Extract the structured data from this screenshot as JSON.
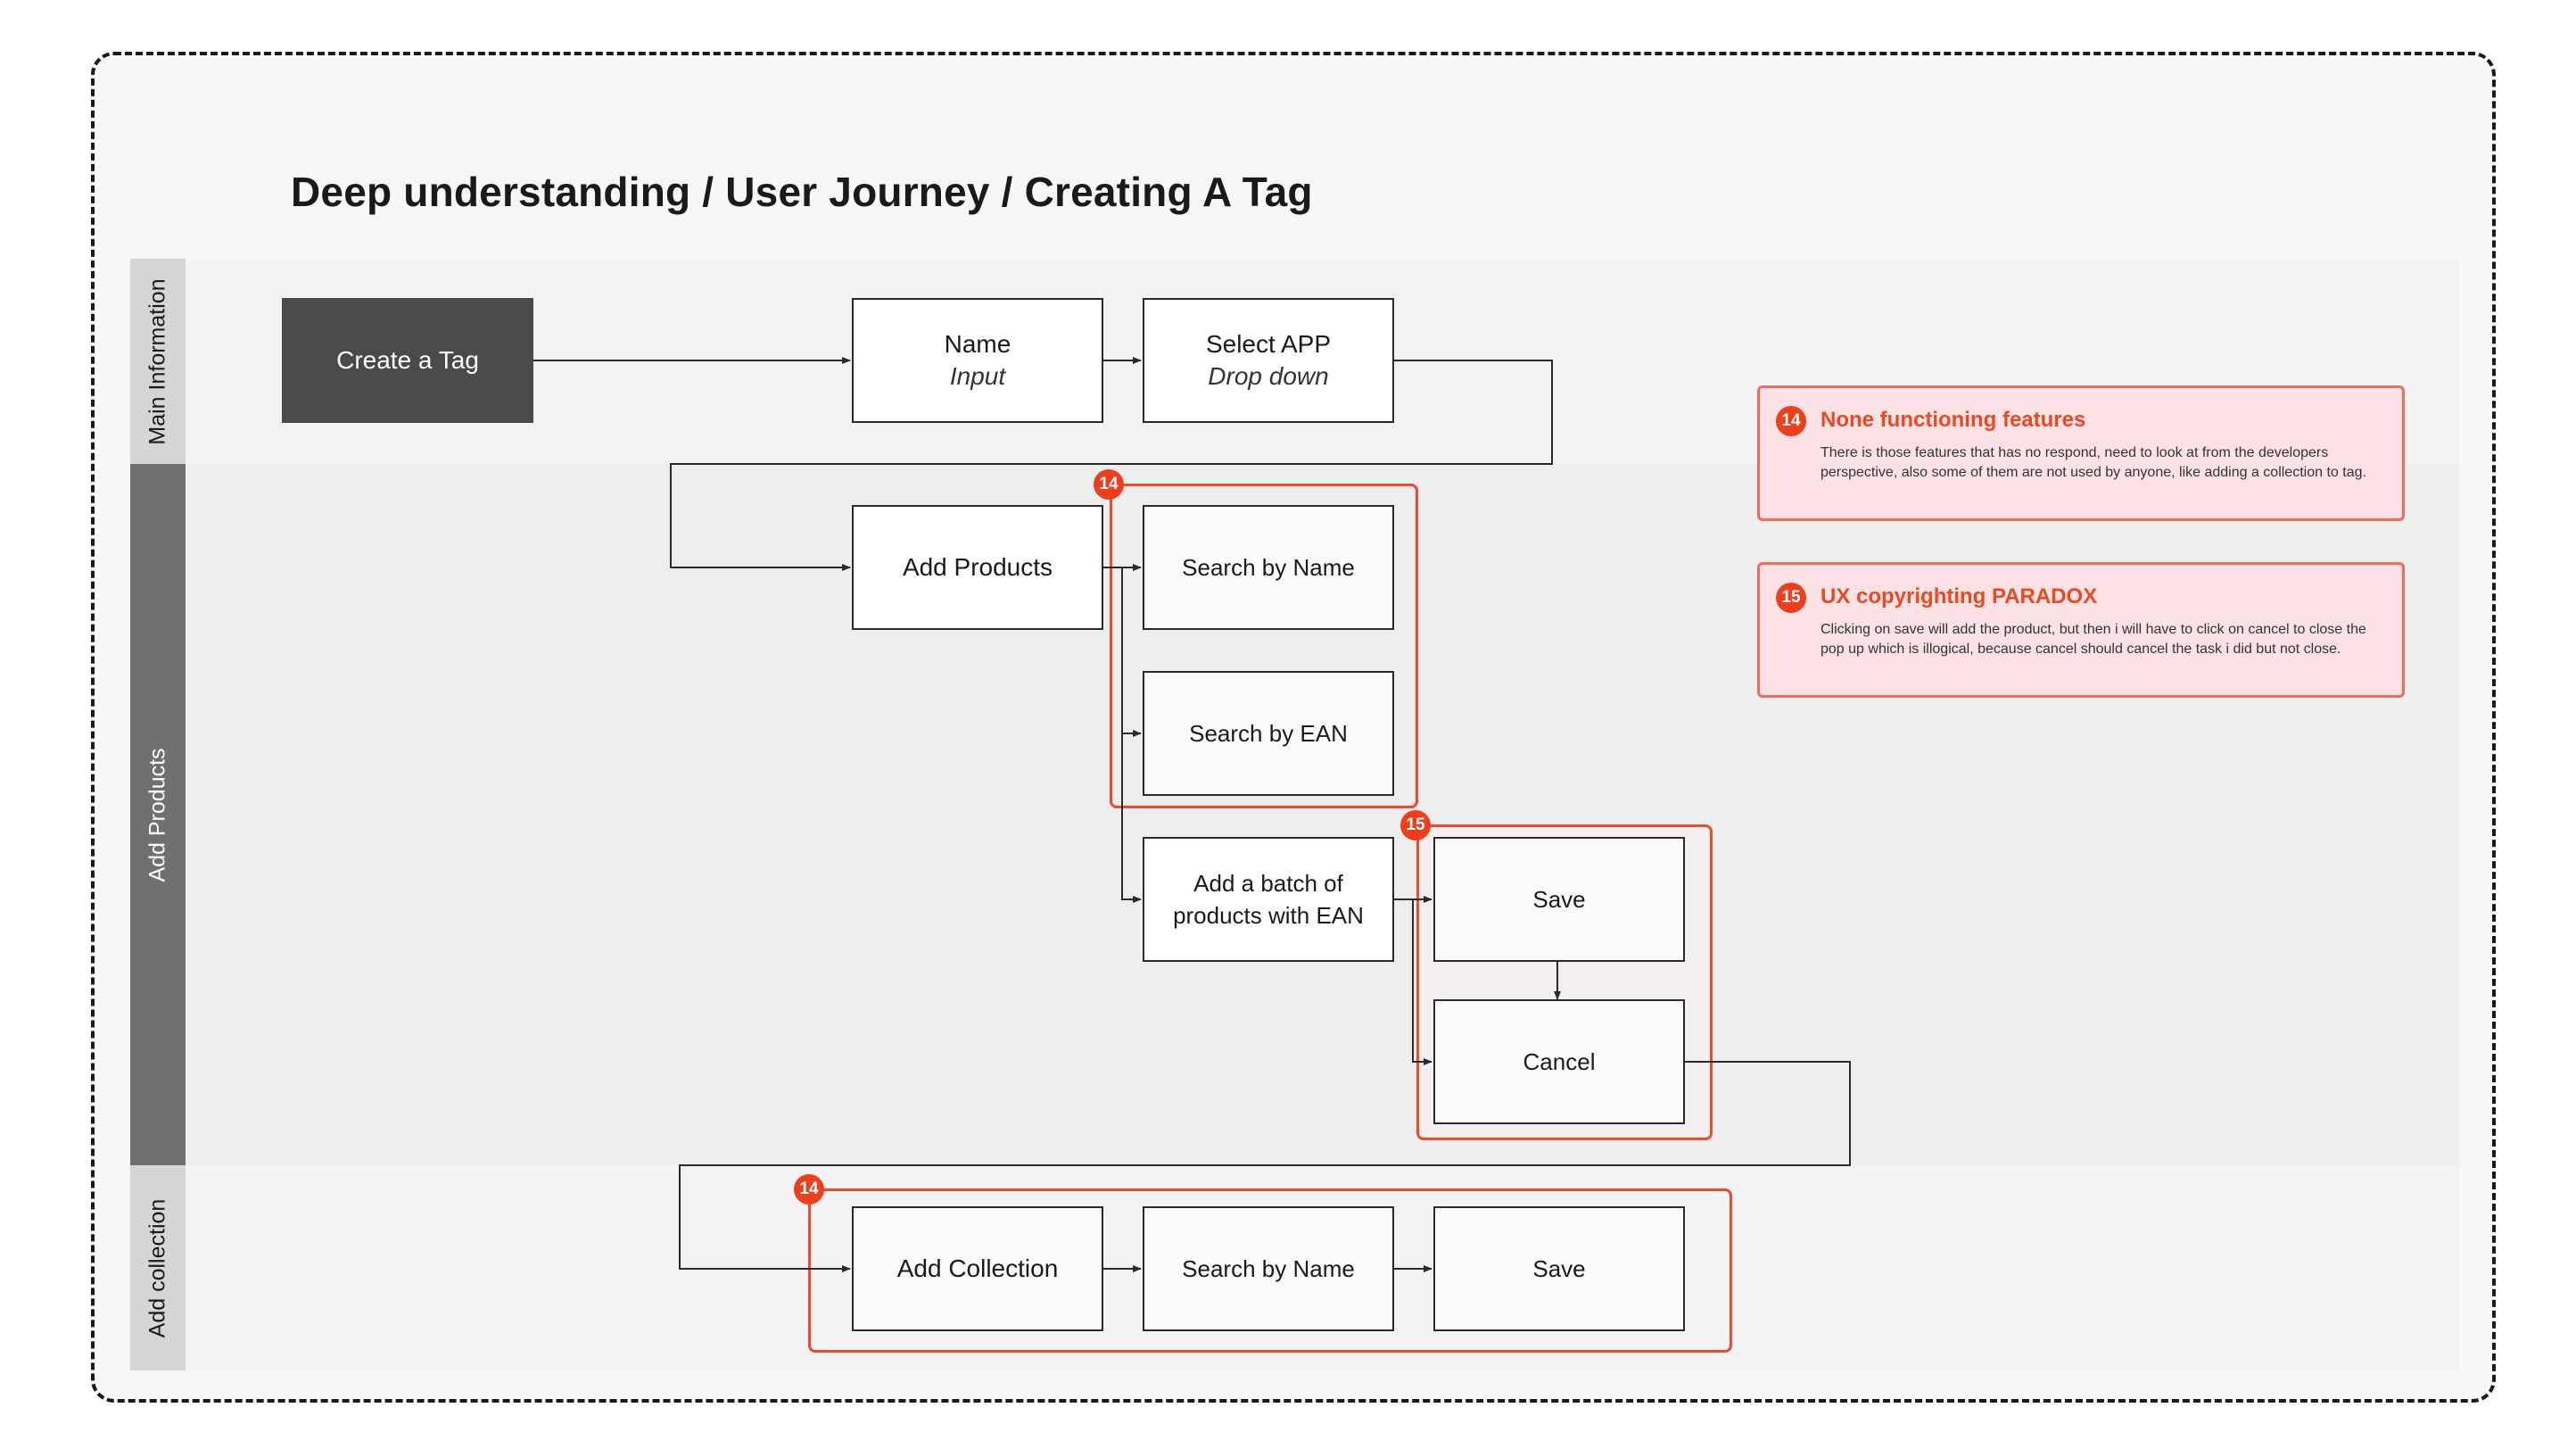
{
  "title": "Deep understanding / User Journey /  Creating A Tag",
  "lanes": {
    "main": "Main Information",
    "products": "Add Products",
    "collection": "Add collection"
  },
  "nodes": {
    "create_tag": "Create a Tag",
    "name": {
      "label": "Name",
      "sub": "Input"
    },
    "select_app": {
      "label": "Select APP",
      "sub": "Drop down"
    },
    "add_products": "Add Products",
    "search_by_name": "Search by Name",
    "search_by_ean": "Search by EAN",
    "add_batch": "Add a batch of products with EAN",
    "save": "Save",
    "cancel": "Cancel",
    "add_collection": "Add Collection",
    "collection_search_by_name": "Search by Name",
    "collection_save": "Save"
  },
  "badges": {
    "search_group": "14",
    "save_cancel_group": "15",
    "collection_group": "14"
  },
  "notes": [
    {
      "number": "14",
      "title": "None functioning features",
      "body": "There is those features that has no respond, need to look at from the developers perspective, also some of them are not used by anyone, like adding a collection to tag."
    },
    {
      "number": "15",
      "title": "UX copyrighting PARADOX",
      "body": "Clicking on save will add the product, but then i will have to click on cancel to close the pop up which is illogical, because cancel should cancel the task i did but not close."
    }
  ],
  "colors": {
    "accent": "#ef3e1c",
    "note_bg": "#fde2e5",
    "lane_label_dark": "#707070",
    "lane_label_light": "#d6d6d6",
    "start_box": "#4a4a4a"
  }
}
